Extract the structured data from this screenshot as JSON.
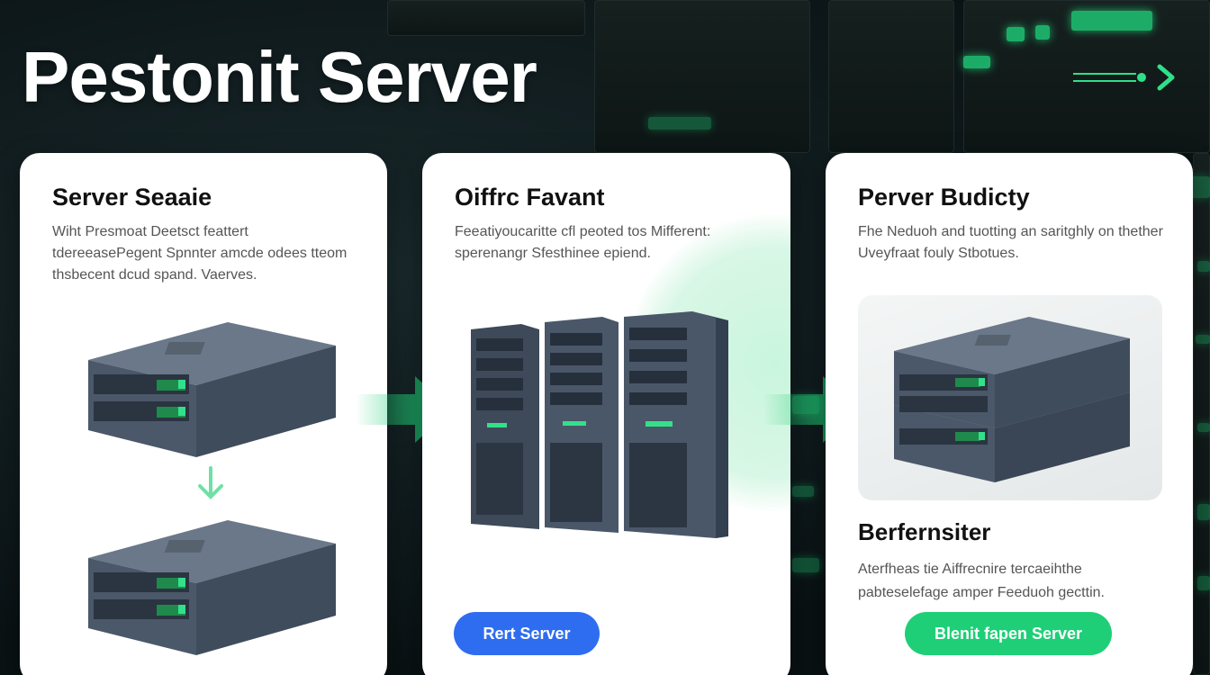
{
  "header": {
    "title": "Pestonit Server"
  },
  "cards": [
    {
      "title": "Server Seaaie",
      "description": "Wiht Presmoat Deetsct feattert tdereeasePegent Spnnter amcde odees tteom thsbecent dcud spand. Vaerves."
    },
    {
      "title": "Oiffrc Favant",
      "description": "Feeatiyoucaritte cfl peoted tos Mifferent: sperenangr Sfesthinee epiend."
    },
    {
      "title": "Perver Budicty",
      "description": "Fhe Neduoh and tuotting an saritghly on thether Uveyfraat fouly Stbotues.",
      "sub_title": "Berfernsiter",
      "sub_description": "Aterfheas tie Aiffrecnire tercaeihthe pabteselefage amper Feeduoh gecttin."
    }
  ],
  "buttons": {
    "rent_server": "Rert Server",
    "green_server": "Blenit fapen Server"
  },
  "colors": {
    "accent_green": "#1fcf77",
    "accent_blue": "#2f6df0",
    "server_body": "#4a5869"
  },
  "icons": [
    "next-arrow-icon",
    "flow-arrow-icon",
    "down-arrow-icon",
    "server-icon",
    "server-rack-icon"
  ]
}
